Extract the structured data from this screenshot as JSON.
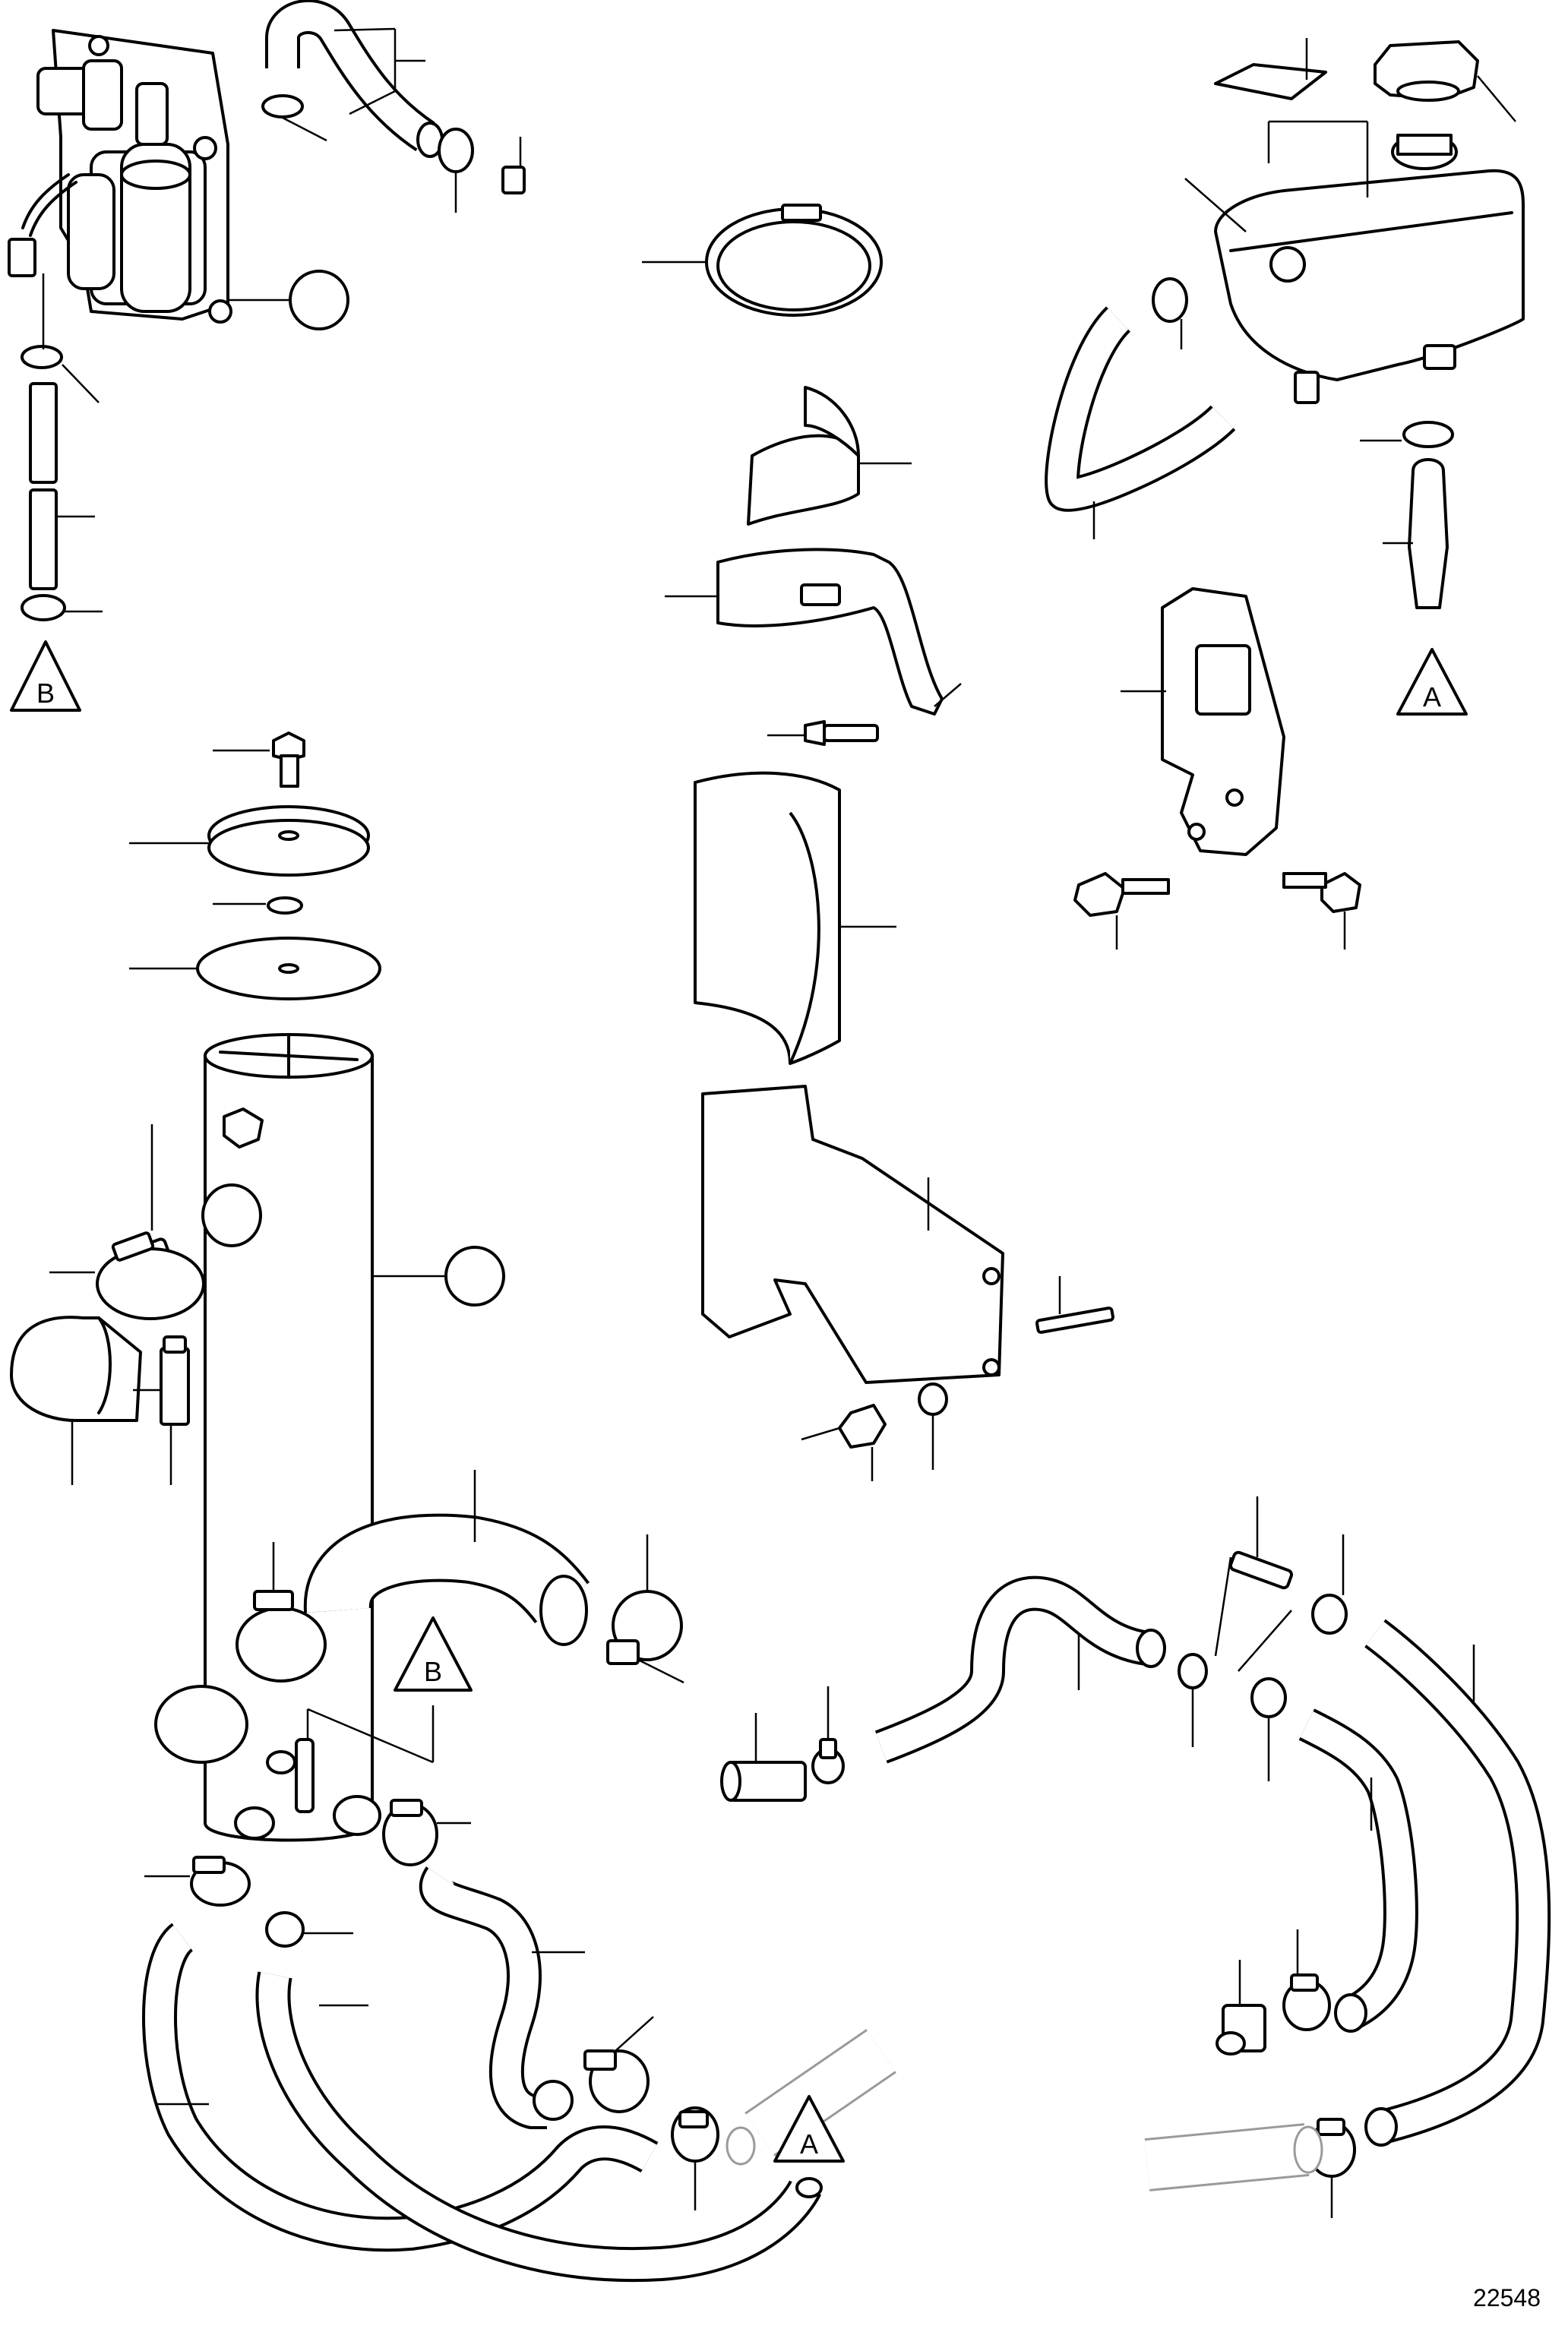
{
  "figure": {
    "number": "22548"
  },
  "references": {
    "a_top": "A",
    "a_bottom": "A",
    "b_top": "B",
    "b_middle": "B"
  }
}
